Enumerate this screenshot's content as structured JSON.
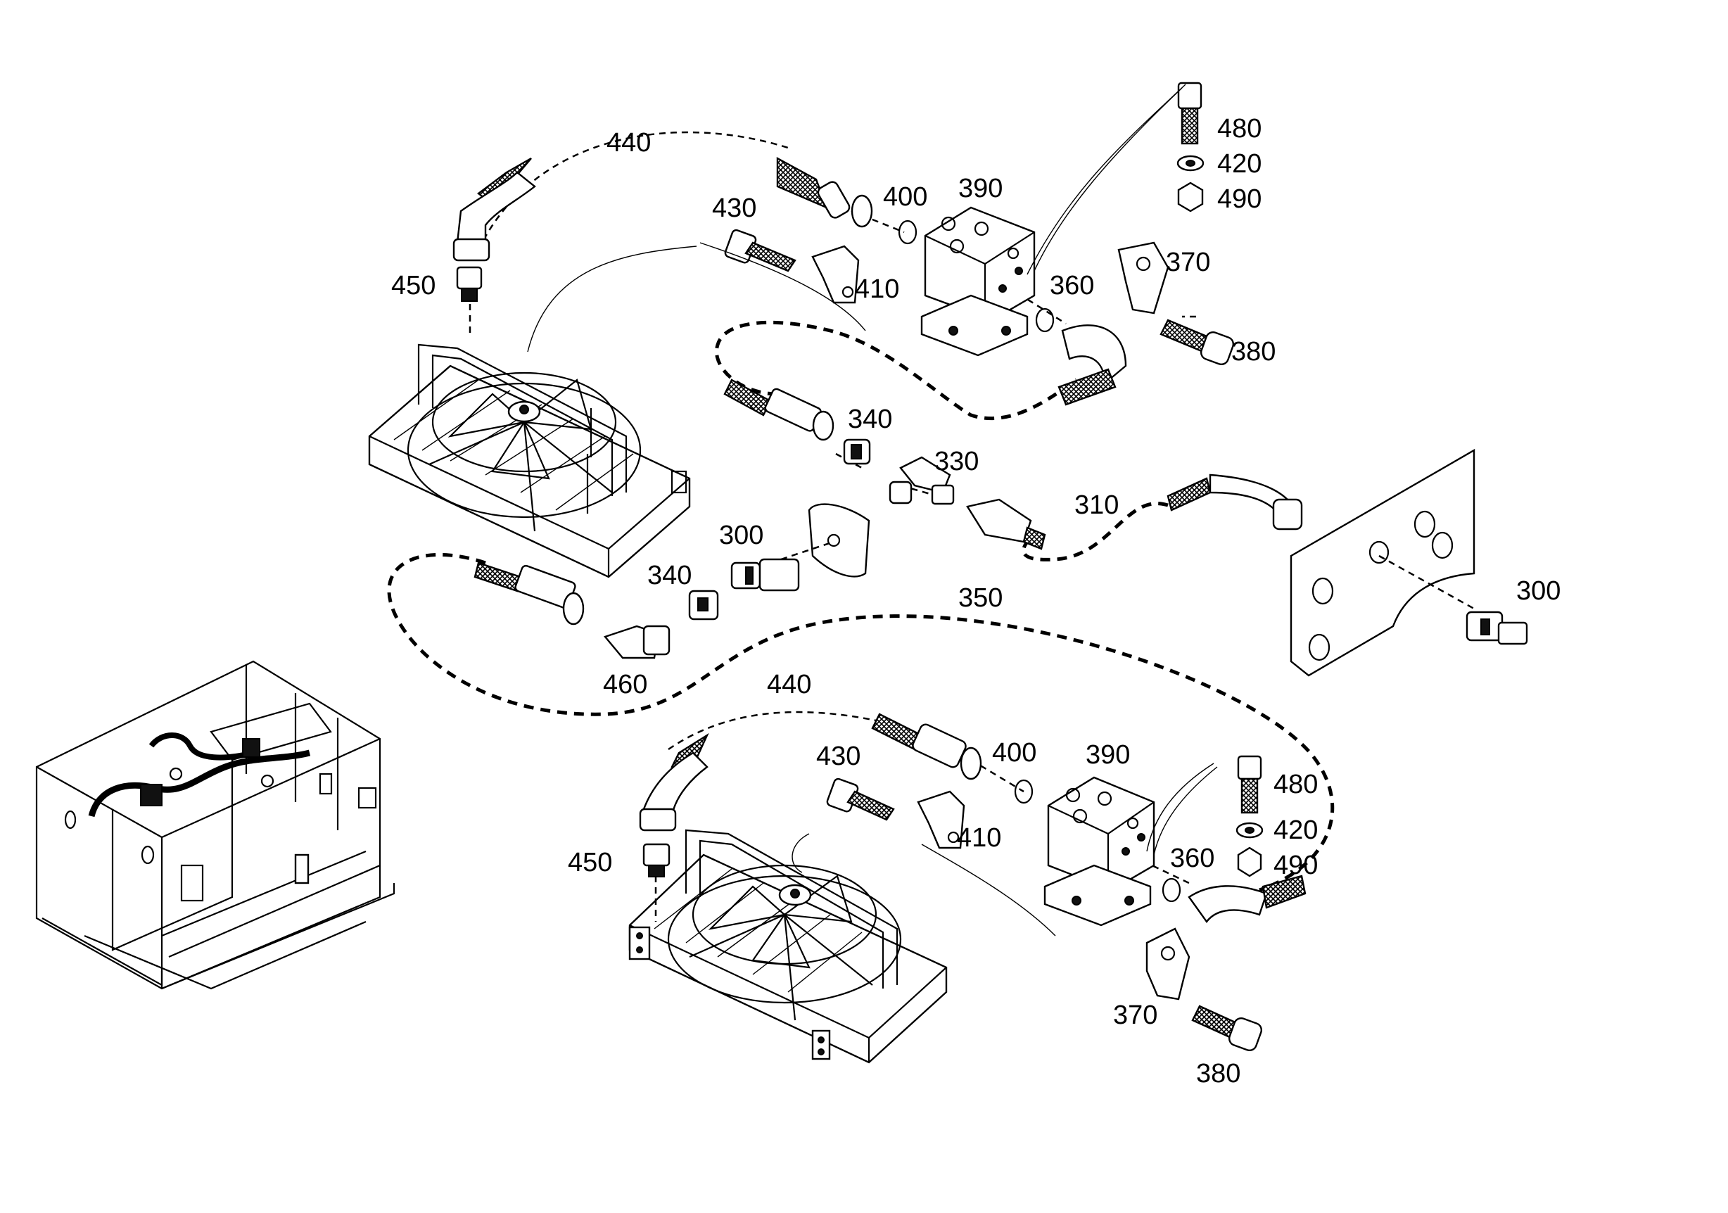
{
  "diagram": {
    "callouts": {
      "upper": {
        "c440": "440",
        "c450": "450",
        "c430": "430",
        "c400": "400",
        "c390": "390",
        "c410": "410",
        "c360": "360",
        "c370": "370",
        "c380": "380",
        "c480": "480",
        "c420": "420",
        "c490": "490"
      },
      "middle": {
        "c340a": "340",
        "c330": "330",
        "c310": "310",
        "c300a": "300",
        "c340b": "340",
        "c350": "350",
        "c460": "460",
        "c300b": "300"
      },
      "lower": {
        "c440": "440",
        "c450": "450",
        "c430": "430",
        "c400": "400",
        "c390": "390",
        "c410": "410",
        "c480": "480",
        "c420": "420",
        "c490": "490",
        "c360": "360",
        "c370": "370",
        "c380": "380"
      }
    }
  }
}
